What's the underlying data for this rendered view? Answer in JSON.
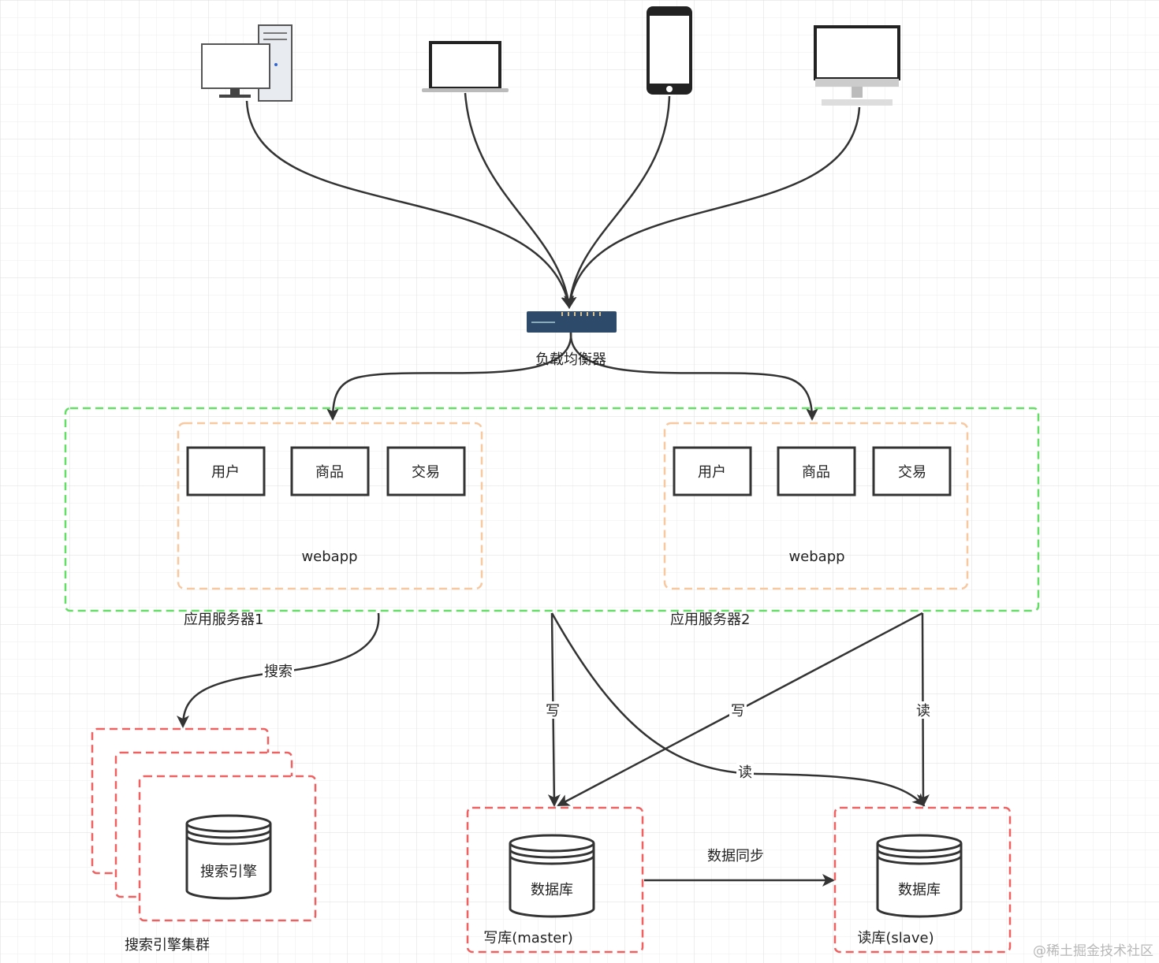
{
  "load_balancer": {
    "label": "负载均衡器"
  },
  "servers": [
    {
      "label": "应用服务器1",
      "webapp": "webapp",
      "modules": [
        "用户",
        "商品",
        "交易"
      ]
    },
    {
      "label": "应用服务器2",
      "webapp": "webapp",
      "modules": [
        "用户",
        "商品",
        "交易"
      ]
    }
  ],
  "search": {
    "edge_label": "搜索",
    "engine": "搜索引擎",
    "cluster_label": "搜索引擎集群"
  },
  "databases": {
    "master": {
      "db": "数据库",
      "label": "写库(master)"
    },
    "slave": {
      "db": "数据库",
      "label": "读库(slave)"
    },
    "sync_label": "数据同步"
  },
  "edges": {
    "write1": "写",
    "write2": "写",
    "read1": "读",
    "read2": "读"
  },
  "watermark": "@稀土掘金技术社区",
  "colors": {
    "server_border": "#66dd66",
    "webapp_border": "#f8c8a0",
    "db_border": "#f06060",
    "line": "#333333",
    "grid": "#e6e6e6"
  }
}
